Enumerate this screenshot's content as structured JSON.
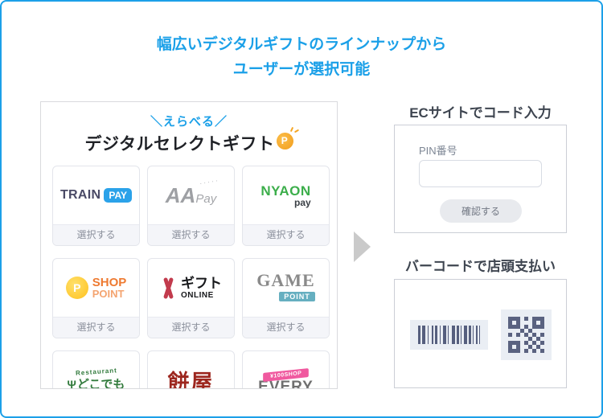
{
  "title": {
    "line1": "幅広いデジタルギフトのラインナップから",
    "line2": "ユーザーが選択可能"
  },
  "colors": {
    "accent_blue": "#1CA0E8",
    "barcode_ink": "#565F7E",
    "heading_dark": "#3E4550"
  },
  "gift_card": {
    "tagline": "＼えらべる／",
    "heading": "デジタルセレクトギフト",
    "coin_letter": "P",
    "select_label": "選択する",
    "tiles": [
      {
        "name": "train-pay",
        "word": "TRAIN",
        "badge": "PAY"
      },
      {
        "name": "aa-pay",
        "word": "AA",
        "word2": "Pay",
        "dots": "·····"
      },
      {
        "name": "nyaon-pay",
        "word": "NYAON",
        "word2": "pay"
      },
      {
        "name": "shop-point",
        "coin_letter": "P",
        "word": "SHOP",
        "word2": "POINT"
      },
      {
        "name": "gift-online",
        "word": "ギフト",
        "word2": "ONLINE"
      },
      {
        "name": "game-point",
        "word": "GAME",
        "badge": "POINT"
      },
      {
        "name": "restaurant-dokodemo",
        "arc": "Restaurant",
        "fork": "Ψ",
        "word": "どこでも"
      },
      {
        "name": "mochiya",
        "word": "餅屋"
      },
      {
        "name": "every",
        "banner": "¥100SHOP",
        "word": "EVERY"
      }
    ]
  },
  "ec_section": {
    "heading": "ECサイトでコード入力",
    "pin_label": "PIN番号",
    "pin_value": "",
    "confirm_label": "確認する"
  },
  "barcode_section": {
    "heading": "バーコードで店頭支払い"
  }
}
